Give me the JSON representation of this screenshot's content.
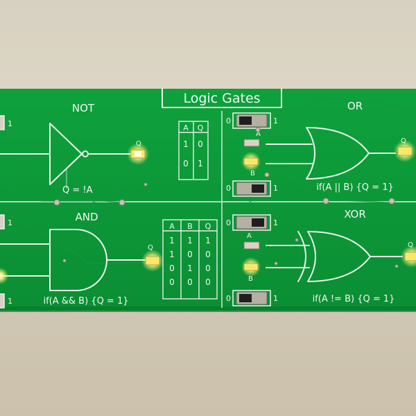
{
  "board": {
    "title": "Logic Gates",
    "colors": {
      "pcb": "#0f9a3a",
      "silkscreen": "#eef5ee",
      "led_glow": "#fff27a",
      "background": "#d6cfbf"
    }
  },
  "not_gate": {
    "title": "NOT",
    "output_label": "Q",
    "equation": "Q = !A",
    "truth_table": {
      "headers": [
        "A",
        "Q"
      ],
      "rows": [
        [
          "1",
          "0"
        ],
        [
          "0",
          "1"
        ]
      ]
    }
  },
  "or_gate": {
    "title": "OR",
    "switch_low": "0",
    "switch_high": "1",
    "input_a": "A",
    "input_b": "B",
    "output_label": "Q",
    "condition": "if(A || B) {Q = 1}"
  },
  "and_gate": {
    "title": "AND",
    "output_label": "Q",
    "condition": "if(A && B) {Q = 1}",
    "truth_table": {
      "headers": [
        "A",
        "B",
        "Q"
      ],
      "rows": [
        [
          "1",
          "1",
          "1"
        ],
        [
          "1",
          "0",
          "0"
        ],
        [
          "0",
          "1",
          "0"
        ],
        [
          "0",
          "0",
          "0"
        ]
      ]
    }
  },
  "xor_gate": {
    "title": "XOR",
    "switch_low": "0",
    "switch_high": "1",
    "input_a": "A",
    "input_b": "B",
    "output_label": "Q",
    "condition": "if(A != B) {Q = 1}"
  },
  "left_edge_switch_label": "1"
}
